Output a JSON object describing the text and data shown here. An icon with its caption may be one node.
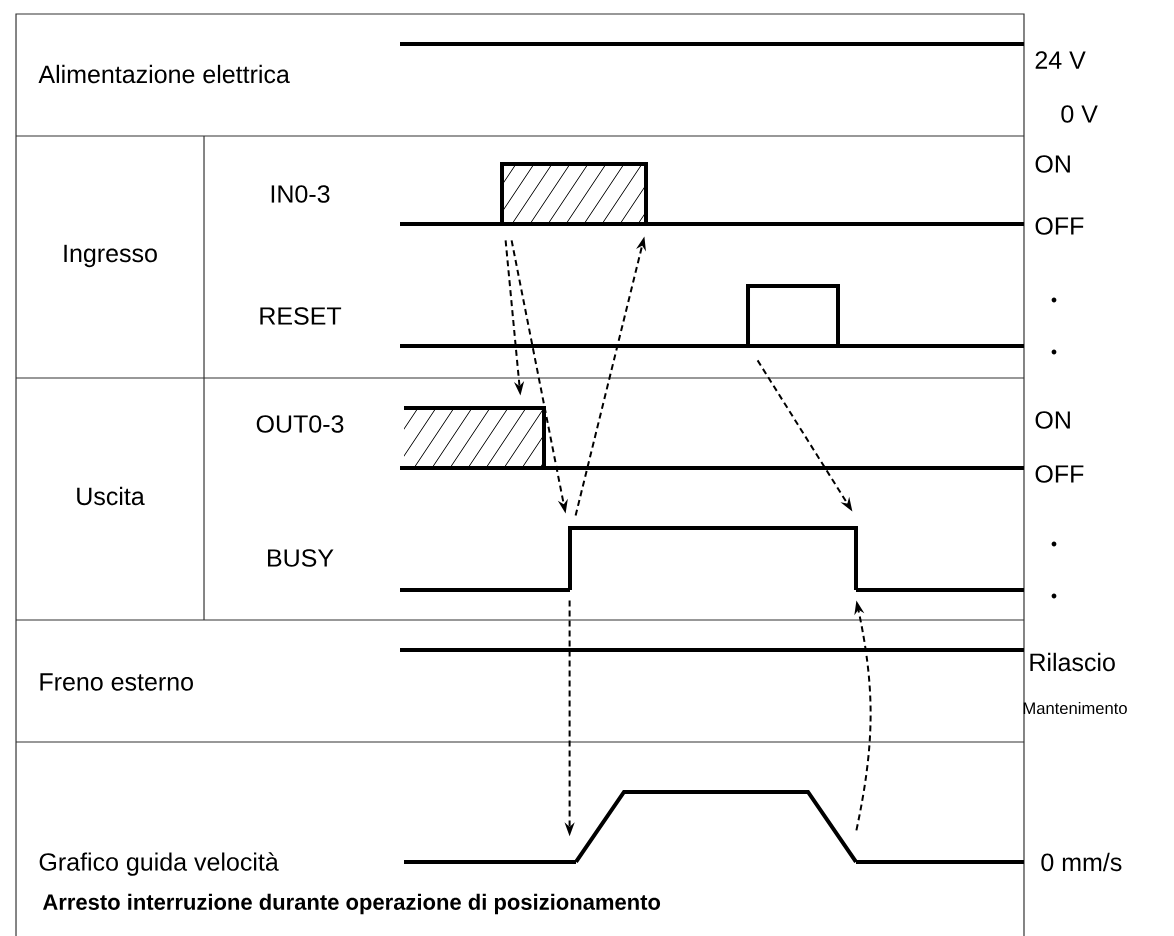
{
  "diagram": {
    "caption": "Arresto interruzione durante operazione di posizionamento",
    "nodes": [
      {
        "text": [
          "Alimentazione elettrica"
        ]
      },
      {
        "text": [
          "Ingresso"
        ]
      },
      {
        "text": [
          "IN0-3"
        ]
      },
      {
        "text": [
          "RESET"
        ]
      },
      {
        "text": [
          "Uscita"
        ]
      },
      {
        "text": [
          "OUT0-3"
        ]
      },
      {
        "text": [
          "BUSY"
        ]
      },
      {
        "text": [
          "Freno esterno"
        ]
      },
      {
        "text": [
          "Grafico guida velocità"
        ]
      },
      {
        "text": [],
        "shape": "box"
      },
      {
        "text": [],
        "shape": "box"
      },
      {
        "text": [],
        "shape": "box"
      },
      {
        "text": [],
        "shape": "box"
      },
      {
        "text": [],
        "shape": "trapezoid"
      }
    ],
    "edges": [
      {
        "from": 9,
        "to": 11,
        "arrow": "to",
        "style": "dashed"
      },
      {
        "from": 9,
        "to": 12,
        "arrow": "to",
        "style": "dashed"
      },
      {
        "from": 12,
        "to": 9,
        "arrow": "to",
        "style": "dashed"
      },
      {
        "from": 10,
        "to": 12,
        "arrow": "to",
        "style": "dashed"
      },
      {
        "from": 12,
        "to": 13,
        "arrow": "to",
        "style": "dashed"
      },
      {
        "from": 13,
        "to": 12,
        "arrow": "to",
        "style": "dashed"
      }
    ],
    "labels": [
      "24 V",
      "0 V",
      "ON",
      "OFF",
      "ON",
      "OFF",
      "Rilascio",
      "Mantenimento",
      "0 mm/s"
    ]
  }
}
